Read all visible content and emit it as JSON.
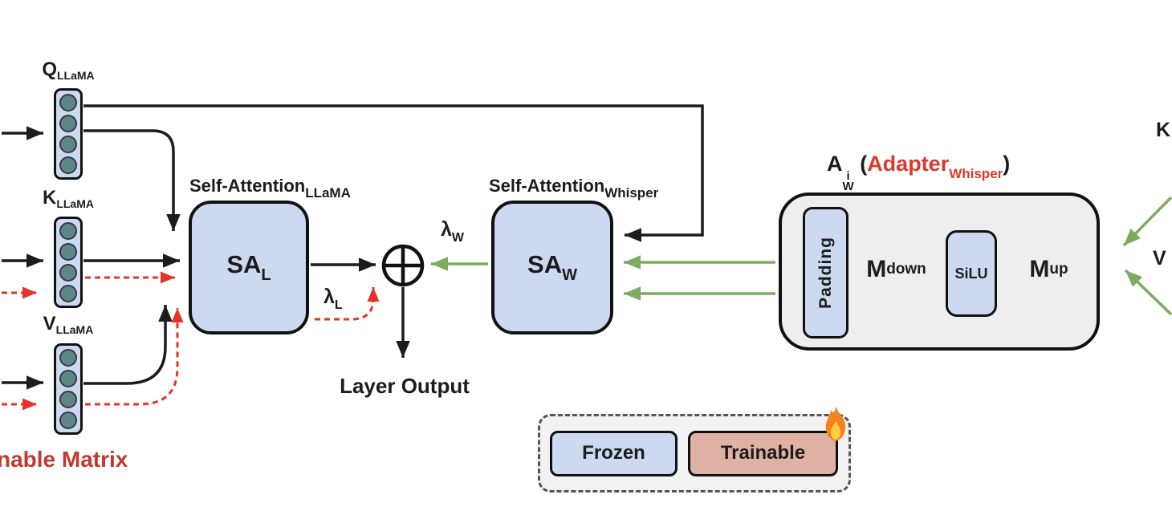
{
  "colors": {
    "frozen_blue": "#ccd9f0",
    "trainable_salmon": "#e0b2a5",
    "adapter_grey": "#eeeeee",
    "green_arrow": "#7dab60",
    "red_accent": "#d93a2b",
    "dark_red_text": "#bf3b2f",
    "node_teal": "#5d8689",
    "line_black": "#1c1c1c"
  },
  "vectors": {
    "q": {
      "main": "Q",
      "sub": "LLaMA"
    },
    "k": {
      "main": "K",
      "sub": "LLaMA"
    },
    "v": {
      "main": "V",
      "sub": "LLaMA"
    }
  },
  "sa_llama": {
    "title": "Self-Attention",
    "title_sub": "LLaMA",
    "label": "SA",
    "label_sub": "L"
  },
  "sa_whisper": {
    "title": "Self-Attention",
    "title_sub": "Whisper",
    "label": "SA",
    "label_sub": "W"
  },
  "lambdas": {
    "w": "λ",
    "w_sub": "W",
    "l": "λ",
    "l_sub": "L"
  },
  "layer_output": "Layer Output",
  "adapter": {
    "title_a": "A",
    "title_sup": "i",
    "title_sub": "W",
    "paren_open": "(",
    "title_name": "Adapter",
    "title_name_sub": "Whisper",
    "paren_close": ")",
    "padding": "Padding",
    "m_down": "M",
    "m_down_sub": "down",
    "silu": "SiLU",
    "m_up": "M",
    "m_up_sub": "up"
  },
  "right_inputs": {
    "k": "K",
    "v": "V"
  },
  "legend": {
    "frozen": "Frozen",
    "trainable": "Trainable",
    "flame_icon": "flame"
  },
  "partial_label": "nable Matrix"
}
